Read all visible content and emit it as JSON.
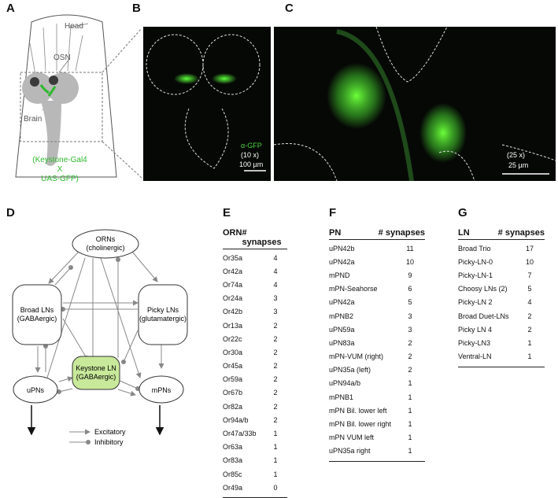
{
  "panel_letters": {
    "a": "A",
    "b": "B",
    "c": "C",
    "d": "D",
    "e": "E",
    "f": "F",
    "g": "G"
  },
  "panel_a": {
    "head_label": "Head",
    "osn_label": "OSN",
    "brain_label": "Brain",
    "genotype_line1": "(Keystone-Gal4",
    "genotype_line2": "X",
    "genotype_line3": "UAS-GFP)"
  },
  "panel_b": {
    "stain": "α-GFP",
    "mag": "(10 x)",
    "scale": "100 µm"
  },
  "panel_c": {
    "mag": "(25 x)",
    "scale": "25 µm"
  },
  "panel_d": {
    "orns_line1": "ORNs",
    "orns_line2": "(cholinergic)",
    "broad_line1": "Broad LNs",
    "broad_line2": "(GABAergic)",
    "picky_line1": "Picky LNs",
    "picky_line2": "(glutamatergic)",
    "keystone_line1": "Keystone LN",
    "keystone_line2": "(GABAergic)",
    "upns": "uPNs",
    "mpns": "mPNs",
    "legend_excitatory": "Excitatory",
    "legend_inhibitory": "Inhibitory",
    "keystone_fill": "#c8e99a"
  },
  "table_e": {
    "col1": "ORN",
    "col2": "# synapses",
    "rows": [
      {
        "name": "Or35a",
        "n": "4"
      },
      {
        "name": "Or42a",
        "n": "4"
      },
      {
        "name": "Or74a",
        "n": "4"
      },
      {
        "name": "Or24a",
        "n": "3"
      },
      {
        "name": "Or42b",
        "n": "3"
      },
      {
        "name": "Or13a",
        "n": "2"
      },
      {
        "name": "Or22c",
        "n": "2"
      },
      {
        "name": "Or30a",
        "n": "2"
      },
      {
        "name": "Or45a",
        "n": "2"
      },
      {
        "name": "Or59a",
        "n": "2"
      },
      {
        "name": "Or67b",
        "n": "2"
      },
      {
        "name": "Or82a",
        "n": "2"
      },
      {
        "name": "Or94a/b",
        "n": "2"
      },
      {
        "name": "Or47a/33b",
        "n": "1"
      },
      {
        "name": "Or63a",
        "n": "1"
      },
      {
        "name": "Or83a",
        "n": "1"
      },
      {
        "name": "Or85c",
        "n": "1"
      },
      {
        "name": "Or49a",
        "n": "0"
      }
    ]
  },
  "table_f": {
    "col1": "PN",
    "col2": "# synapses",
    "rows": [
      {
        "name": "uPN42b",
        "n": "11"
      },
      {
        "name": "uPN42a",
        "n": "10"
      },
      {
        "name": "mPND",
        "n": "9"
      },
      {
        "name": "mPN-Seahorse",
        "n": "6"
      },
      {
        "name": "uPN42a",
        "n": "5"
      },
      {
        "name": "mPNB2",
        "n": "3"
      },
      {
        "name": "uPN59a",
        "n": "3"
      },
      {
        "name": "uPN83a",
        "n": "2"
      },
      {
        "name": "mPN-VUM (right)",
        "n": "2"
      },
      {
        "name": "uPN35a (left)",
        "n": "2"
      },
      {
        "name": "uPN94a/b",
        "n": "1"
      },
      {
        "name": "mPNB1",
        "n": "1"
      },
      {
        "name": "mPN Bil. lower left",
        "n": "1"
      },
      {
        "name": "mPN Bil. lower right",
        "n": "1"
      },
      {
        "name": "mPN VUM left",
        "n": "1"
      },
      {
        "name": "uPN35a right",
        "n": "1"
      }
    ]
  },
  "table_g": {
    "col1": "LN",
    "col2": "# synapses",
    "rows": [
      {
        "name": "Broad Trio",
        "n": "17"
      },
      {
        "name": "Picky-LN-0",
        "n": "10"
      },
      {
        "name": "Picky-LN-1",
        "n": "7"
      },
      {
        "name": "Choosy LNs (2)",
        "n": "5"
      },
      {
        "name": "Picky-LN 2",
        "n": "4"
      },
      {
        "name": "Broad Duet-LNs",
        "n": "2"
      },
      {
        "name": "Picky LN 4",
        "n": "2"
      },
      {
        "name": "Picky-LN3",
        "n": "1"
      },
      {
        "name": "Ventral-LN",
        "n": "1"
      }
    ]
  }
}
